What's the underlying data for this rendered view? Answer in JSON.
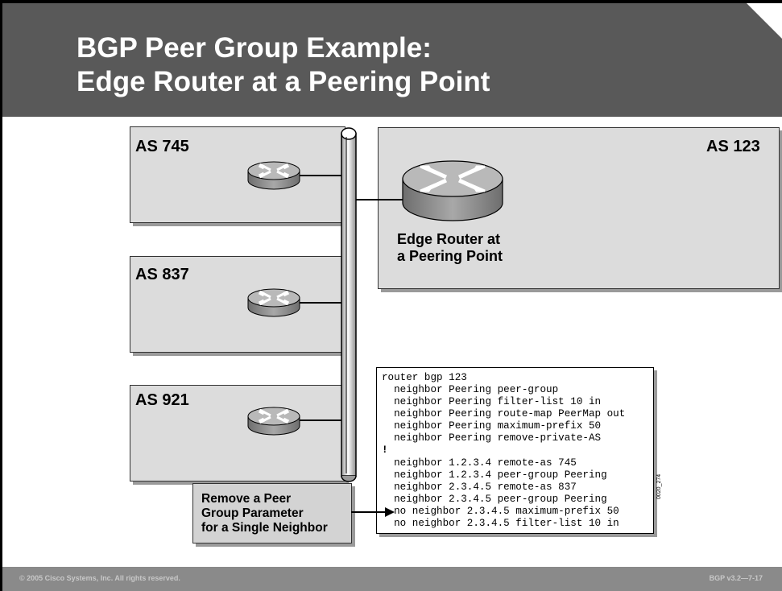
{
  "title": {
    "line1": "BGP Peer Group Example:",
    "line2": "Edge Router at a Peering Point"
  },
  "as_boxes": [
    {
      "label": "AS 745"
    },
    {
      "label": "AS 837"
    },
    {
      "label": "AS 921"
    }
  ],
  "edge": {
    "as_label": "AS 123",
    "caption_line1": "Edge Router at",
    "caption_line2": "a Peering Point"
  },
  "config": {
    "lines": [
      "router bgp 123",
      "  neighbor Peering peer-group",
      "  neighbor Peering filter-list 10 in",
      "  neighbor Peering route-map PeerMap out",
      "  neighbor Peering maximum-prefix 50",
      "  neighbor Peering remove-private-AS",
      "!",
      "  neighbor 1.2.3.4 remote-as 745",
      "  neighbor 1.2.3.4 peer-group Peering",
      "  neighbor 2.3.4.5 remote-as 837",
      "  neighbor 2.3.4.5 peer-group Peering",
      "  no neighbor 2.3.4.5 maximum-prefix 50",
      "  no neighbor 2.3.4.5 filter-list 10 in"
    ],
    "figure_id": "0020_274"
  },
  "callout": {
    "line1": "Remove a Peer",
    "line2": "Group Parameter",
    "line3": "for a Single Neighbor"
  },
  "footer": {
    "copyright": "© 2005 Cisco Systems, Inc. All rights reserved.",
    "course": "BGP v3.2—7-17"
  }
}
